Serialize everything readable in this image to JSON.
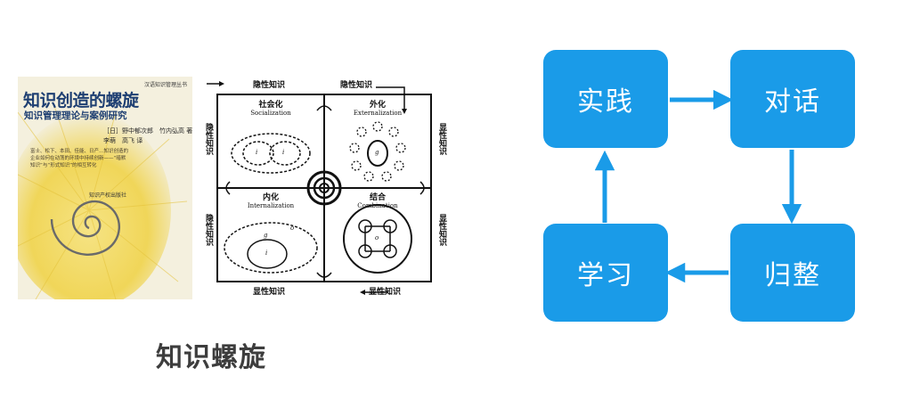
{
  "book": {
    "series": "汉语知识管理丛书",
    "title": "知识创造的螺旋",
    "subtitle": "知识管理理论与案例研究",
    "authors_line1": "［日］野中郁次郎　竹内弘高 著",
    "authors_line2": "李萌　高飞 译",
    "blurb": "富士、松下、本田、佳能、日产…知识创造的企业如何在动荡的环境中持续创新——“暗默知识”与“形式知识”的相互转化",
    "publisher": "知识产权出版社"
  },
  "seci": {
    "tacit": "隐性知识",
    "explicit": "显性知识",
    "socialization": {
      "cn": "社会化",
      "en": "Socialization"
    },
    "externalization": {
      "cn": "外化",
      "en": "Externalization"
    },
    "internalization": {
      "cn": "内化",
      "en": "Internalization"
    },
    "combination": {
      "cn": "结合",
      "en": "Combination"
    },
    "individual_mark": "i",
    "group_mark": "g",
    "org_mark": "o"
  },
  "caption": "知识螺旋",
  "cycle": {
    "nodes": {
      "practice": "实践",
      "dialogue": "对话",
      "summarize": "归整",
      "learn": "学习"
    },
    "color": "#1a9be8"
  }
}
